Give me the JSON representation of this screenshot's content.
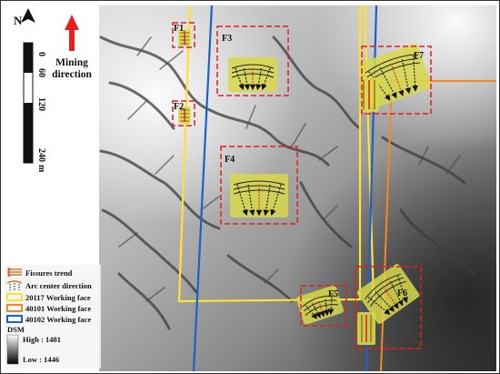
{
  "north": {
    "label": "N"
  },
  "scalebar": {
    "ticks": [
      "0",
      "60",
      "120",
      "240"
    ],
    "unit": "m"
  },
  "mining": {
    "label_line1": "Mining",
    "label_line2": "direction"
  },
  "zones": [
    {
      "id": "F1",
      "label": "F1"
    },
    {
      "id": "F2",
      "label": "F2"
    },
    {
      "id": "F3",
      "label": "F3"
    },
    {
      "id": "F4",
      "label": "F4"
    },
    {
      "id": "F5",
      "label": "F5"
    },
    {
      "id": "F6",
      "label": "F6"
    },
    {
      "id": "F7",
      "label": "F7"
    }
  ],
  "legend": {
    "fissures": "Fissures trend",
    "arc": "Arc center direction",
    "face1": "20117 Working face",
    "face2": "40101 Working face",
    "face3": "40102 Working face",
    "dsm_title": "DSM",
    "dsm_high": "High : 1481",
    "dsm_low": "Low : 1446"
  },
  "colors": {
    "face_20117": "#ffe033",
    "face_40101": "#f08a28",
    "face_40102": "#1f5fcc",
    "zone_box": "#e02020",
    "fissure_fill": "#d8d84a",
    "arrow_red": "#e62020"
  }
}
